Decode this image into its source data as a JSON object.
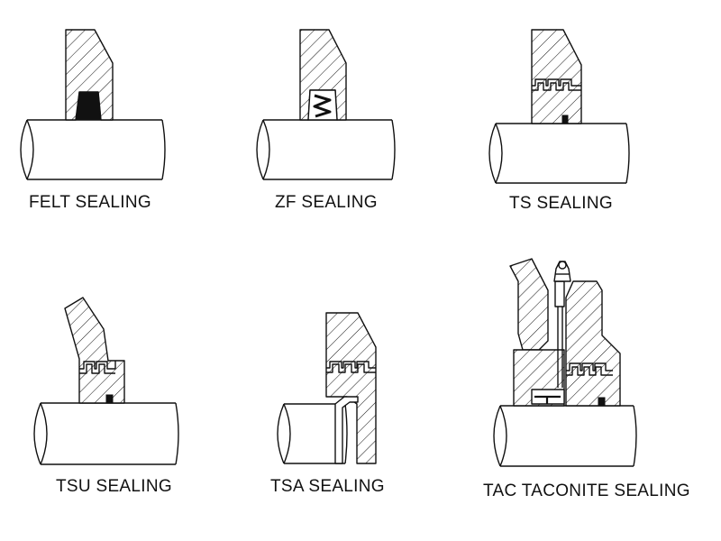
{
  "figure": {
    "panels": [
      {
        "id": "felt",
        "caption": "FELT  SEALING"
      },
      {
        "id": "zf",
        "caption": "ZF  SEALING"
      },
      {
        "id": "ts",
        "caption": "TS  SEALING"
      },
      {
        "id": "tsu",
        "caption": "TSU  SEALING"
      },
      {
        "id": "tsa",
        "caption": "TSA  SEALING"
      },
      {
        "id": "tac",
        "caption": "TAC TACONITE  SEALING"
      }
    ]
  }
}
